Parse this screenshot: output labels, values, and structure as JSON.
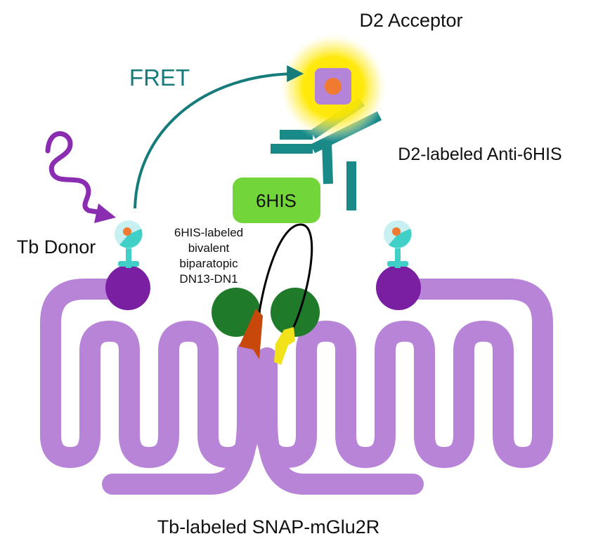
{
  "labels": {
    "acceptor": "D2 Acceptor",
    "fret": "FRET",
    "antibody": "D2-labeled Anti-6HIS",
    "his_tag": "6HIS",
    "donor": "Tb Donor",
    "nanobody_line1": "6HIS-labeled",
    "nanobody_line2": "bivalent",
    "nanobody_line3": "biparatopic",
    "nanobody_line4": "DN13-DN1",
    "receptor": "Tb-labeled SNAP-mGlu2R"
  },
  "colors": {
    "membrane_loop": "#b784d8",
    "snap_tag": "#7a1fa2",
    "donor_ring": "#40d0c8",
    "donor_light": "#c8f0f0",
    "fluorophore_core": "#f07a30",
    "antibody": "#1a8a88",
    "fret_arrow": "#167b7b",
    "his_tag": "#72d63a",
    "nanobody": "#1f7a2a",
    "nanobody_tip_left": "#c8470a",
    "nanobody_tip_right": "#f2e21a",
    "acceptor_square": "#b384d8",
    "acceptor_glow": "#ffe800",
    "excitation_arrow": "#8a2db0"
  }
}
